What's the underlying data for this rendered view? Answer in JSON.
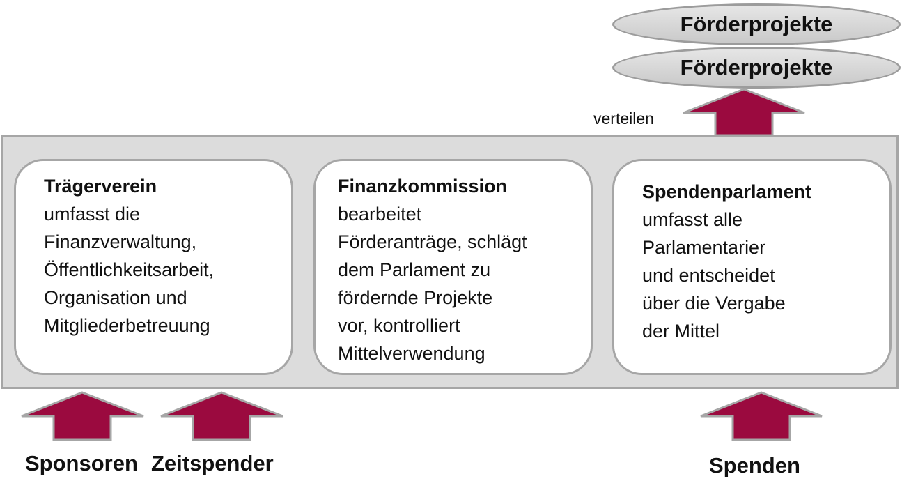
{
  "projects": [
    "Förderprojekte",
    "Förderprojekte"
  ],
  "distribute_label": "verteilen",
  "cards": [
    {
      "title": "Trägerverein",
      "lines": [
        "umfasst die",
        "Finanzverwaltung,",
        "Öffentlichkeitsarbeit,",
        "Organisation und",
        "Mitgliederbetreuung"
      ]
    },
    {
      "title": "Finanzkommission",
      "lines": [
        "bearbeitet",
        "Förderanträge, schlägt",
        "dem Parlament zu",
        "fördernde Projekte",
        "vor, kontrolliert",
        "Mittelverwendung"
      ]
    },
    {
      "title": "Spendenparlament",
      "lines": [
        "umfasst alle",
        "Parlamentarier",
        "und entscheidet",
        "über die Vergabe",
        "der Mittel"
      ]
    }
  ],
  "inputs": {
    "sponsors": "Sponsoren",
    "time_donors": "Zeitspender",
    "donations": "Spenden"
  },
  "colors": {
    "arrow_fill": "#9b0a3f",
    "arrow_outline": "#a6a6a6",
    "panel_fill": "#dcdcdc",
    "card_border": "#a6a6a6"
  }
}
